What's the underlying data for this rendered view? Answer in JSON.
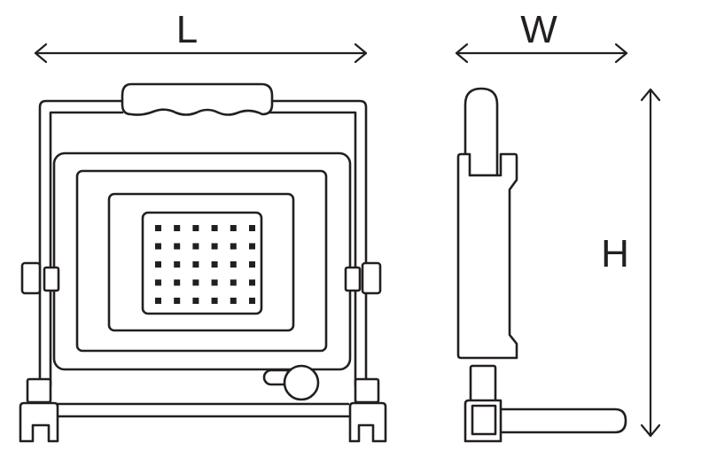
{
  "labels": {
    "length": "L",
    "width": "W",
    "height": "H"
  },
  "led_grid": {
    "rows": 5,
    "cols": 6
  },
  "colors": {
    "line": "#231f20",
    "background": "#ffffff"
  }
}
